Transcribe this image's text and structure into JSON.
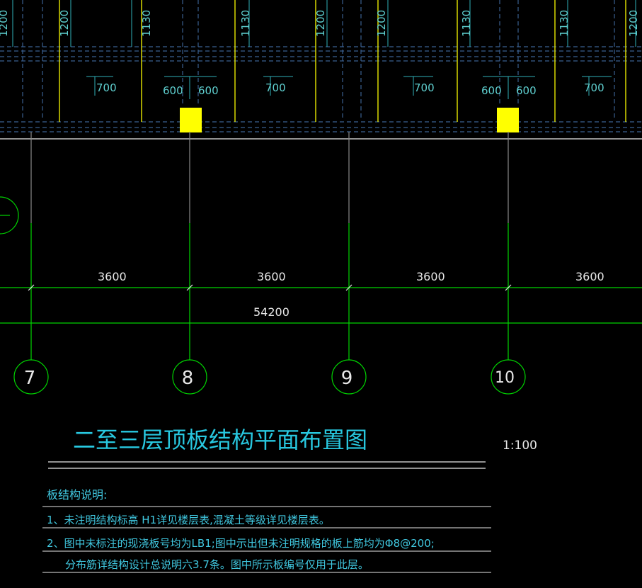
{
  "colors": {
    "background": "#000000",
    "dim_text": "#5fd0d0",
    "dim_line_cyan": "#2fb0b8",
    "grid_green": "#00d400",
    "white": "#e8e8e8",
    "yellow_line": "#d8d800",
    "column_fill": "#ffff00",
    "dash_blue": "#3a5f8f",
    "title_cyan": "#28c8e0",
    "note_cyan": "#40c8e0"
  },
  "top_dims": {
    "vertical": [
      "1200",
      "1200",
      "1130",
      "1130",
      "1200",
      "1200",
      "1130",
      "1130",
      "1200"
    ],
    "horizontal": [
      "700",
      "600",
      "600",
      "700",
      "700",
      "600",
      "600",
      "700"
    ]
  },
  "axis_dims": {
    "spans": [
      "3600",
      "3600",
      "3600",
      "3600"
    ],
    "total": "54200"
  },
  "axes": [
    "7",
    "8",
    "9",
    "10"
  ],
  "title": "二至三层顶板结构平面布置图",
  "scale": "1:100",
  "notes": {
    "heading": "板结构说明:",
    "line1": "1、未注明结构标高 H1详见楼层表,混凝土等级详见楼层表。",
    "line2": "2、图中未标注的现浇板号均为LB1;图中示出但未注明规格的板上筋均为Φ8@200;",
    "line3": "分布筋详结构设计总说明六3.7条。图中所示板编号仅用于此层。"
  }
}
